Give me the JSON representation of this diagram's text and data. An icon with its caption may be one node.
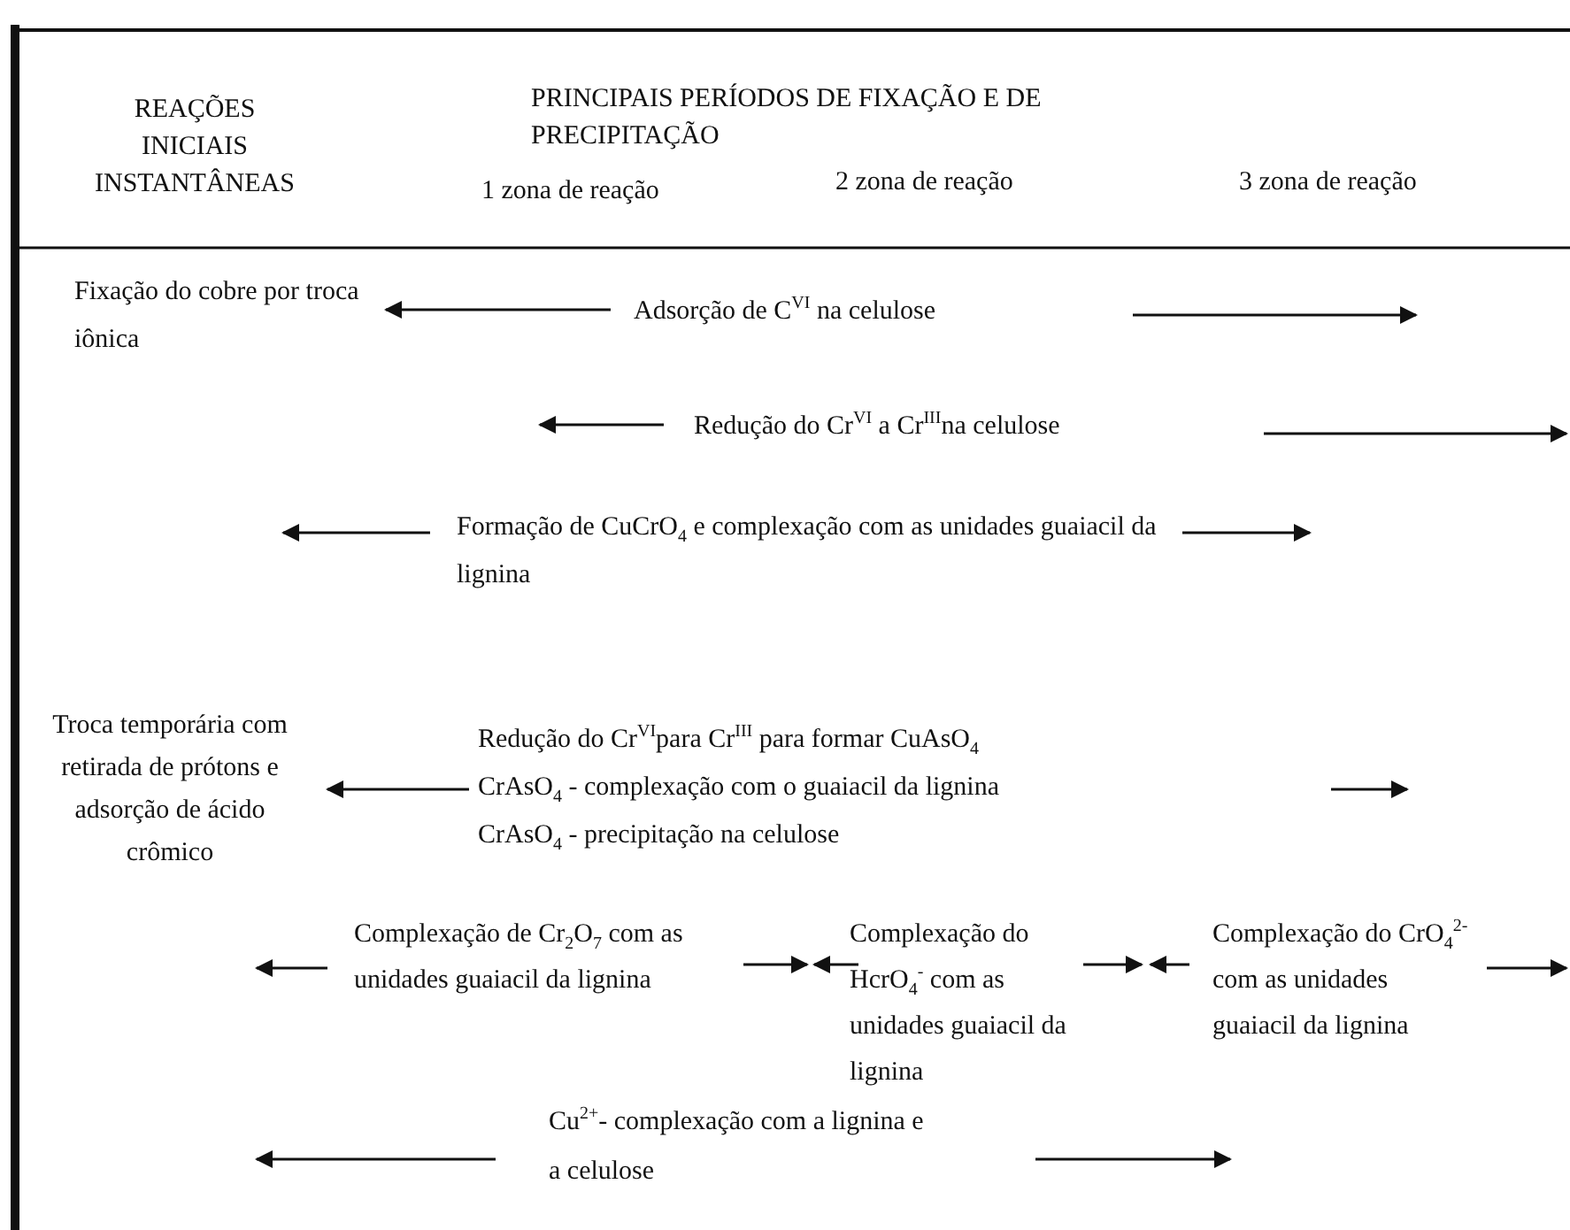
{
  "diagram": {
    "labels": [
      "REAÇÕES INICIAIS INSTANTÂNEAS",
      "PRINCIPAIS PERÍODOS DE FIXAÇÃO E DE PRECIPITAÇÃO",
      "1 zona de reação",
      "2 zona de reação",
      "3 zona de reação",
      "Fixação do cobre por troca iônica",
      "Adsorção de C$^{VI}$ na celulose",
      "Redução do Cr$^{VI}$ a Cr$^{III}$na celulose",
      "Formação de CuCrO$_{4}$ e complexação com as unidades guaiacil da lignina",
      "Troca temporária com retirada de prótons e adsorção de ácido crômico",
      "Redução do Cr$^{VI}$para Cr$^{III}$ para formar CuAsO$_{4}$",
      "CrAsO$_{4}$ - complexação com o guaiacil da lignina",
      "CrAsO$_{4}$ - precipitação na celulose",
      "Complexação de Cr$_{2}$O$_{7}$ com as unidades guaiacil da lignina",
      "Complexação do HcrO$_{4}$$^{-}$ com as unidades guaiacil da lignina",
      "Complexação do CrO$_{4}$$^{2-}$ com as unidades guaiacil da lignina",
      "Cu$^{2+}$- complexação com a lignina e a celulose"
    ]
  }
}
